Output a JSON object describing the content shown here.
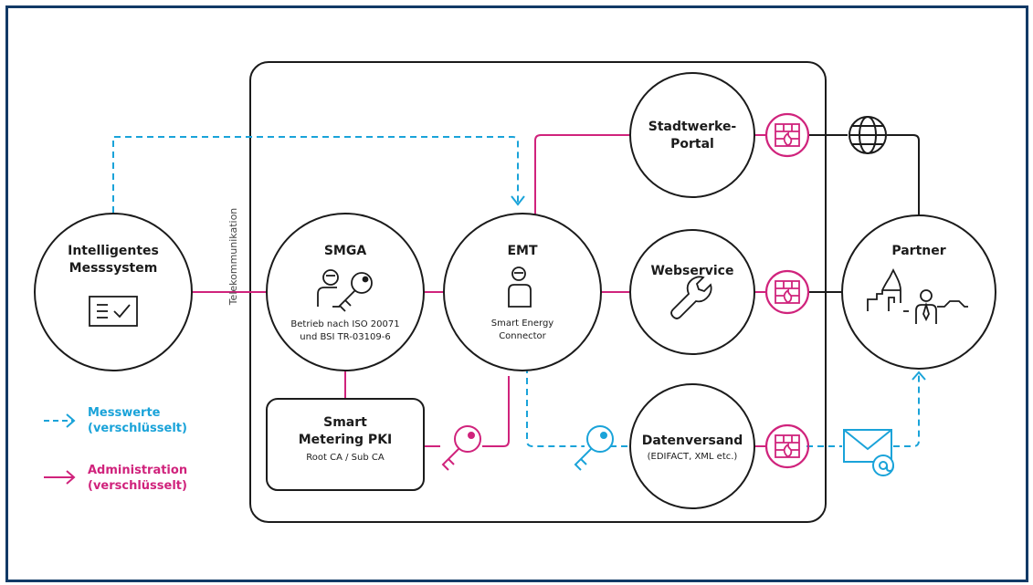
{
  "nodes": {
    "ims": {
      "line1": "Intelligentes",
      "line2": "Messsystem"
    },
    "smga": {
      "title": "SMGA",
      "sub1": "Betrieb nach ISO 20071",
      "sub2": "und BSI TR-03109-6"
    },
    "emt": {
      "title": "EMT",
      "sub1": "Smart Energy",
      "sub2": "Connector"
    },
    "portal": {
      "line1": "Stadtwerke-",
      "line2": "Portal"
    },
    "webservice": {
      "title": "Webservice"
    },
    "datenversand": {
      "title": "Datenversand",
      "sub": "(EDIFACT, XML etc.)"
    },
    "partner": {
      "title": "Partner"
    },
    "pki": {
      "line1": "Smart",
      "line2": "Metering PKI",
      "sub": "Root CA / Sub CA"
    }
  },
  "telekom_label": "Telekommunikation",
  "legend": {
    "messwerte": {
      "line1": "Messwerte",
      "line2": "(verschlüsselt)"
    },
    "admin": {
      "line1": "Administration",
      "line2": "(verschlüsselt)"
    }
  },
  "colors": {
    "blue": "#1aa3d9",
    "magenta": "#d0237c",
    "dark": "#1b1b1b",
    "frame": "#123a66"
  },
  "icons": [
    "certificate-icon",
    "person-key-icon",
    "person-icon",
    "wrench-icon",
    "city-person-icon",
    "key-icon",
    "firewall-icon",
    "globe-icon",
    "mail-at-icon"
  ]
}
